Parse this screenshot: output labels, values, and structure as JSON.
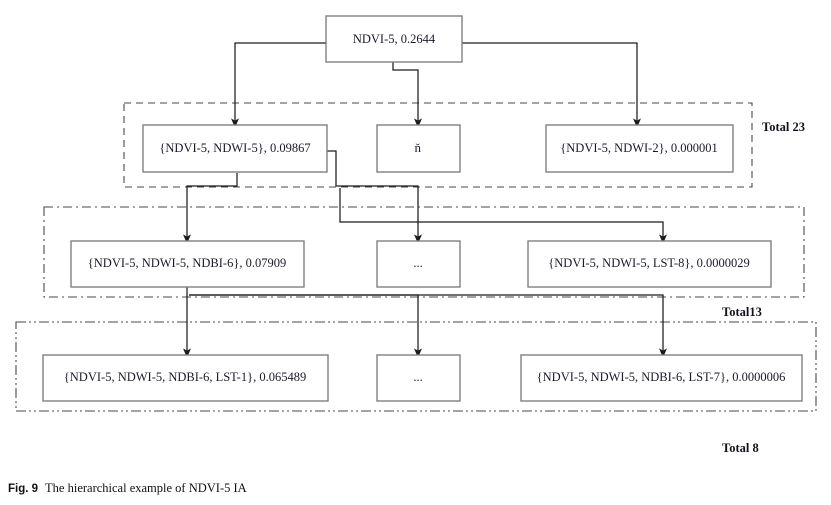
{
  "figure": {
    "caption_number": "Fig. 9",
    "caption_text": "The hierarchical example of NDVI-5 IA",
    "colors": {
      "box_border": "#808080",
      "connector": "#1c1c1c",
      "group_border": "#4a4a4a",
      "text": "#1a1a2e",
      "background": "#ffffff"
    }
  },
  "root": {
    "label": "NDVI-5, 0.2644"
  },
  "levels": [
    {
      "name": "level-2",
      "total_label": "Total 23",
      "border_style": "dashed",
      "nodes": [
        {
          "label": "{NDVI-5, NDWI-5}, 0.09867"
        },
        {
          "label": "ň"
        },
        {
          "label": "{NDVI-5, NDWI-2}, 0.000001"
        }
      ]
    },
    {
      "name": "level-3",
      "total_label": "Total13",
      "border_style": "dash-dot",
      "nodes": [
        {
          "label": "{NDVI-5, NDWI-5, NDBI-6}, 0.07909"
        },
        {
          "label": "..."
        },
        {
          "label": "{NDVI-5, NDWI-5, LST-8}, 0.0000029"
        }
      ]
    },
    {
      "name": "level-4",
      "total_label": "Total 8",
      "border_style": "dash-dot-dot",
      "nodes": [
        {
          "label": "{NDVI-5, NDWI-5, NDBI-6, LST-1}, 0.065489"
        },
        {
          "label": "..."
        },
        {
          "label": "{NDVI-5, NDWI-5, NDBI-6, LST-7}, 0.0000006"
        }
      ]
    }
  ]
}
